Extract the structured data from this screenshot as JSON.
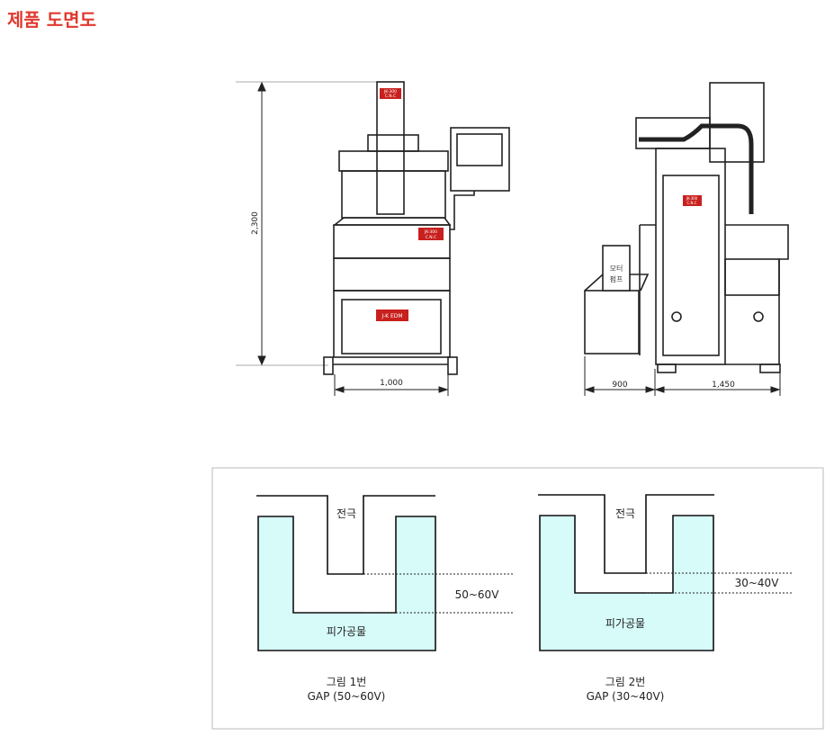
{
  "title": "제품 도면도",
  "drawing": {
    "height_dim": "2,300",
    "front_width_dim": "1,000",
    "pump_width_dim": "900",
    "side_width_dim": "1,450",
    "badge_top": [
      "JK-300",
      "C.N.C"
    ],
    "badge_mid": [
      "JK-300",
      "C.N.C"
    ],
    "badge_edm": "J-K EDM",
    "badge_side": [
      "JK-300",
      "C.N.C"
    ],
    "pump_label": [
      "모터",
      "펌프"
    ]
  },
  "gap": {
    "fig1": {
      "electrode": "전극",
      "workpiece": "피가공물",
      "gap": "50~60V",
      "caption1": "그림 1번",
      "caption2": "GAP (50~60V)"
    },
    "fig2": {
      "electrode": "전극",
      "workpiece": "피가공물",
      "gap": "30~40V",
      "caption1": "그림 2번",
      "caption2": "GAP (30~40V)"
    }
  },
  "colors": {
    "accent": "#e0392f",
    "badge": "#c8201e",
    "fluid": "#d6fbf9"
  }
}
